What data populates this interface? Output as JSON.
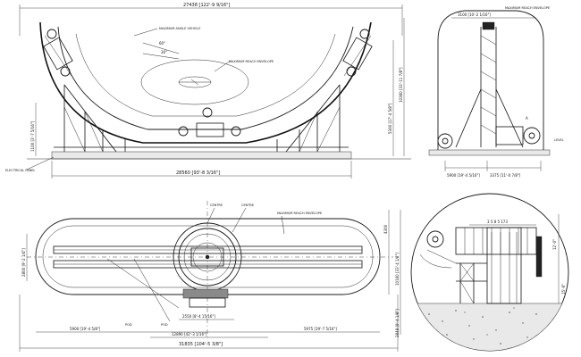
{
  "side_elevation": {
    "dim_total_width": "27438 [122'-9 9/16\"]",
    "dim_base_width": "28560 [93'-8 3/16\"]",
    "dim_height_main": "10360 [33'-11 7/8\"]",
    "dim_height_upper": "5300 [17'-4 5/8\"]",
    "dim_height_lower": "1100 [3'-7 5/16\"]",
    "label_max_reach": "MAXIMUM REACH ENVELOPE",
    "label_max_angle": "MAXIMUM ANGLE VEHICLE",
    "label_electric": "ELECTRICAL PANEL",
    "label_angle_1": "60°",
    "label_angle_2": "30°"
  },
  "front_elevation": {
    "dim_top": "3100 [10'-2 1/16\"]",
    "dim_left_base": "5900 [19'-4 5/16\"]",
    "dim_right_base": "3375 [11'-0 7/8\"]",
    "label_max_reach": "MAXIMUM REACH ENVELOPE",
    "label_level": "LEVEL",
    "callout_a": "A"
  },
  "plan_view": {
    "dim_left": "5900 [19'-4 5/8\"]",
    "dim_right": "5975 [19'-7 5/16\"]",
    "dim_center_a": "2550 [8'-4 15/16\"]",
    "dim_center_b": "12890 [42'-3 1/16\"]",
    "dim_overall": "31835 [104'-5 3/8\"]",
    "dim_height_left": "2800 [9'-2 1/4\"]",
    "dim_height_right_a": "4300",
    "dim_height_right_b": "10160 [33'-4 1/8\"]",
    "dim_height_right_c": "2848 [9'-4 1/8\"]",
    "label_centre_a": "CENTRE",
    "label_centre_b": "CENTRE",
    "label_reach": "MAXIMUM REACH ENVELOPE",
    "label_pod_a": "POD",
    "label_pod_b": "POD"
  },
  "detail_a": {
    "dim_top": "3 5 8  5 173",
    "dim_right_a": "12'-0\"",
    "dim_right_b": "15'-6\""
  }
}
